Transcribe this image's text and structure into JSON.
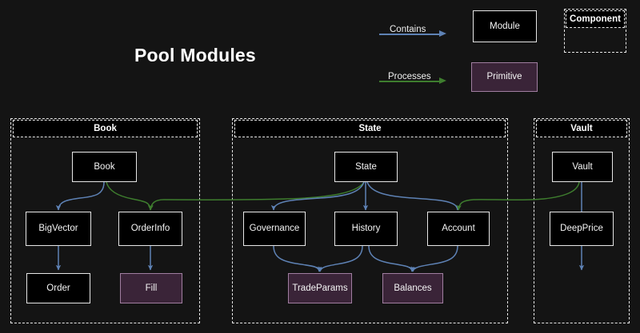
{
  "page": {
    "title": "Pool Modules",
    "background_color": "#141414"
  },
  "legend": {
    "edges": [
      {
        "label": "Contains",
        "color": "#5e82b5",
        "icon": "arrow-right-icon"
      },
      {
        "label": "Processes",
        "color": "#3e7d2e",
        "icon": "arrow-right-icon"
      }
    ],
    "shapes": [
      {
        "label": "Module",
        "kind": "module",
        "fill": "#000000",
        "border": "#e6e6e6"
      },
      {
        "label": "Primitive",
        "kind": "primitive",
        "fill": "#3a2438",
        "border": "#a07ea0"
      }
    ],
    "component": {
      "label": "Component",
      "kind": "group",
      "border": "#e8e8e8"
    }
  },
  "groups": [
    {
      "id": "book",
      "label": "Book"
    },
    {
      "id": "state",
      "label": "State"
    },
    {
      "id": "vault",
      "label": "Vault"
    }
  ],
  "nodes": [
    {
      "id": "book",
      "label": "Book",
      "kind": "module",
      "group": "book"
    },
    {
      "id": "bigvector",
      "label": "BigVector",
      "kind": "module",
      "group": "book"
    },
    {
      "id": "orderinfo",
      "label": "OrderInfo",
      "kind": "module",
      "group": "book"
    },
    {
      "id": "order",
      "label": "Order",
      "kind": "module",
      "group": "book"
    },
    {
      "id": "fill",
      "label": "Fill",
      "kind": "primitive",
      "group": "book"
    },
    {
      "id": "state",
      "label": "State",
      "kind": "module",
      "group": "state"
    },
    {
      "id": "governance",
      "label": "Governance",
      "kind": "module",
      "group": "state"
    },
    {
      "id": "history",
      "label": "History",
      "kind": "module",
      "group": "state"
    },
    {
      "id": "account",
      "label": "Account",
      "kind": "module",
      "group": "state"
    },
    {
      "id": "tradeparams",
      "label": "TradeParams",
      "kind": "primitive",
      "group": "state"
    },
    {
      "id": "balances",
      "label": "Balances",
      "kind": "primitive",
      "group": "state"
    },
    {
      "id": "vault",
      "label": "Vault",
      "kind": "module",
      "group": "vault"
    },
    {
      "id": "deepprice",
      "label": "DeepPrice",
      "kind": "module",
      "group": "vault"
    }
  ],
  "edges": [
    {
      "from": "book",
      "to": "bigvector",
      "relation": "Contains"
    },
    {
      "from": "bigvector",
      "to": "order",
      "relation": "Contains"
    },
    {
      "from": "orderinfo",
      "to": "fill",
      "relation": "Contains"
    },
    {
      "from": "state",
      "to": "governance",
      "relation": "Contains"
    },
    {
      "from": "state",
      "to": "history",
      "relation": "Contains"
    },
    {
      "from": "state",
      "to": "account",
      "relation": "Contains"
    },
    {
      "from": "governance",
      "to": "tradeparams",
      "relation": "Contains"
    },
    {
      "from": "history",
      "to": "tradeparams",
      "relation": "Contains"
    },
    {
      "from": "history",
      "to": "balances",
      "relation": "Contains"
    },
    {
      "from": "account",
      "to": "balances",
      "relation": "Contains"
    },
    {
      "from": "vault",
      "to": "deepprice",
      "relation": "Contains"
    },
    {
      "from": "book",
      "to": "orderinfo",
      "relation": "Processes"
    },
    {
      "from": "state",
      "to": "orderinfo",
      "relation": "Processes"
    },
    {
      "from": "vault",
      "to": "account",
      "relation": "Processes"
    }
  ]
}
